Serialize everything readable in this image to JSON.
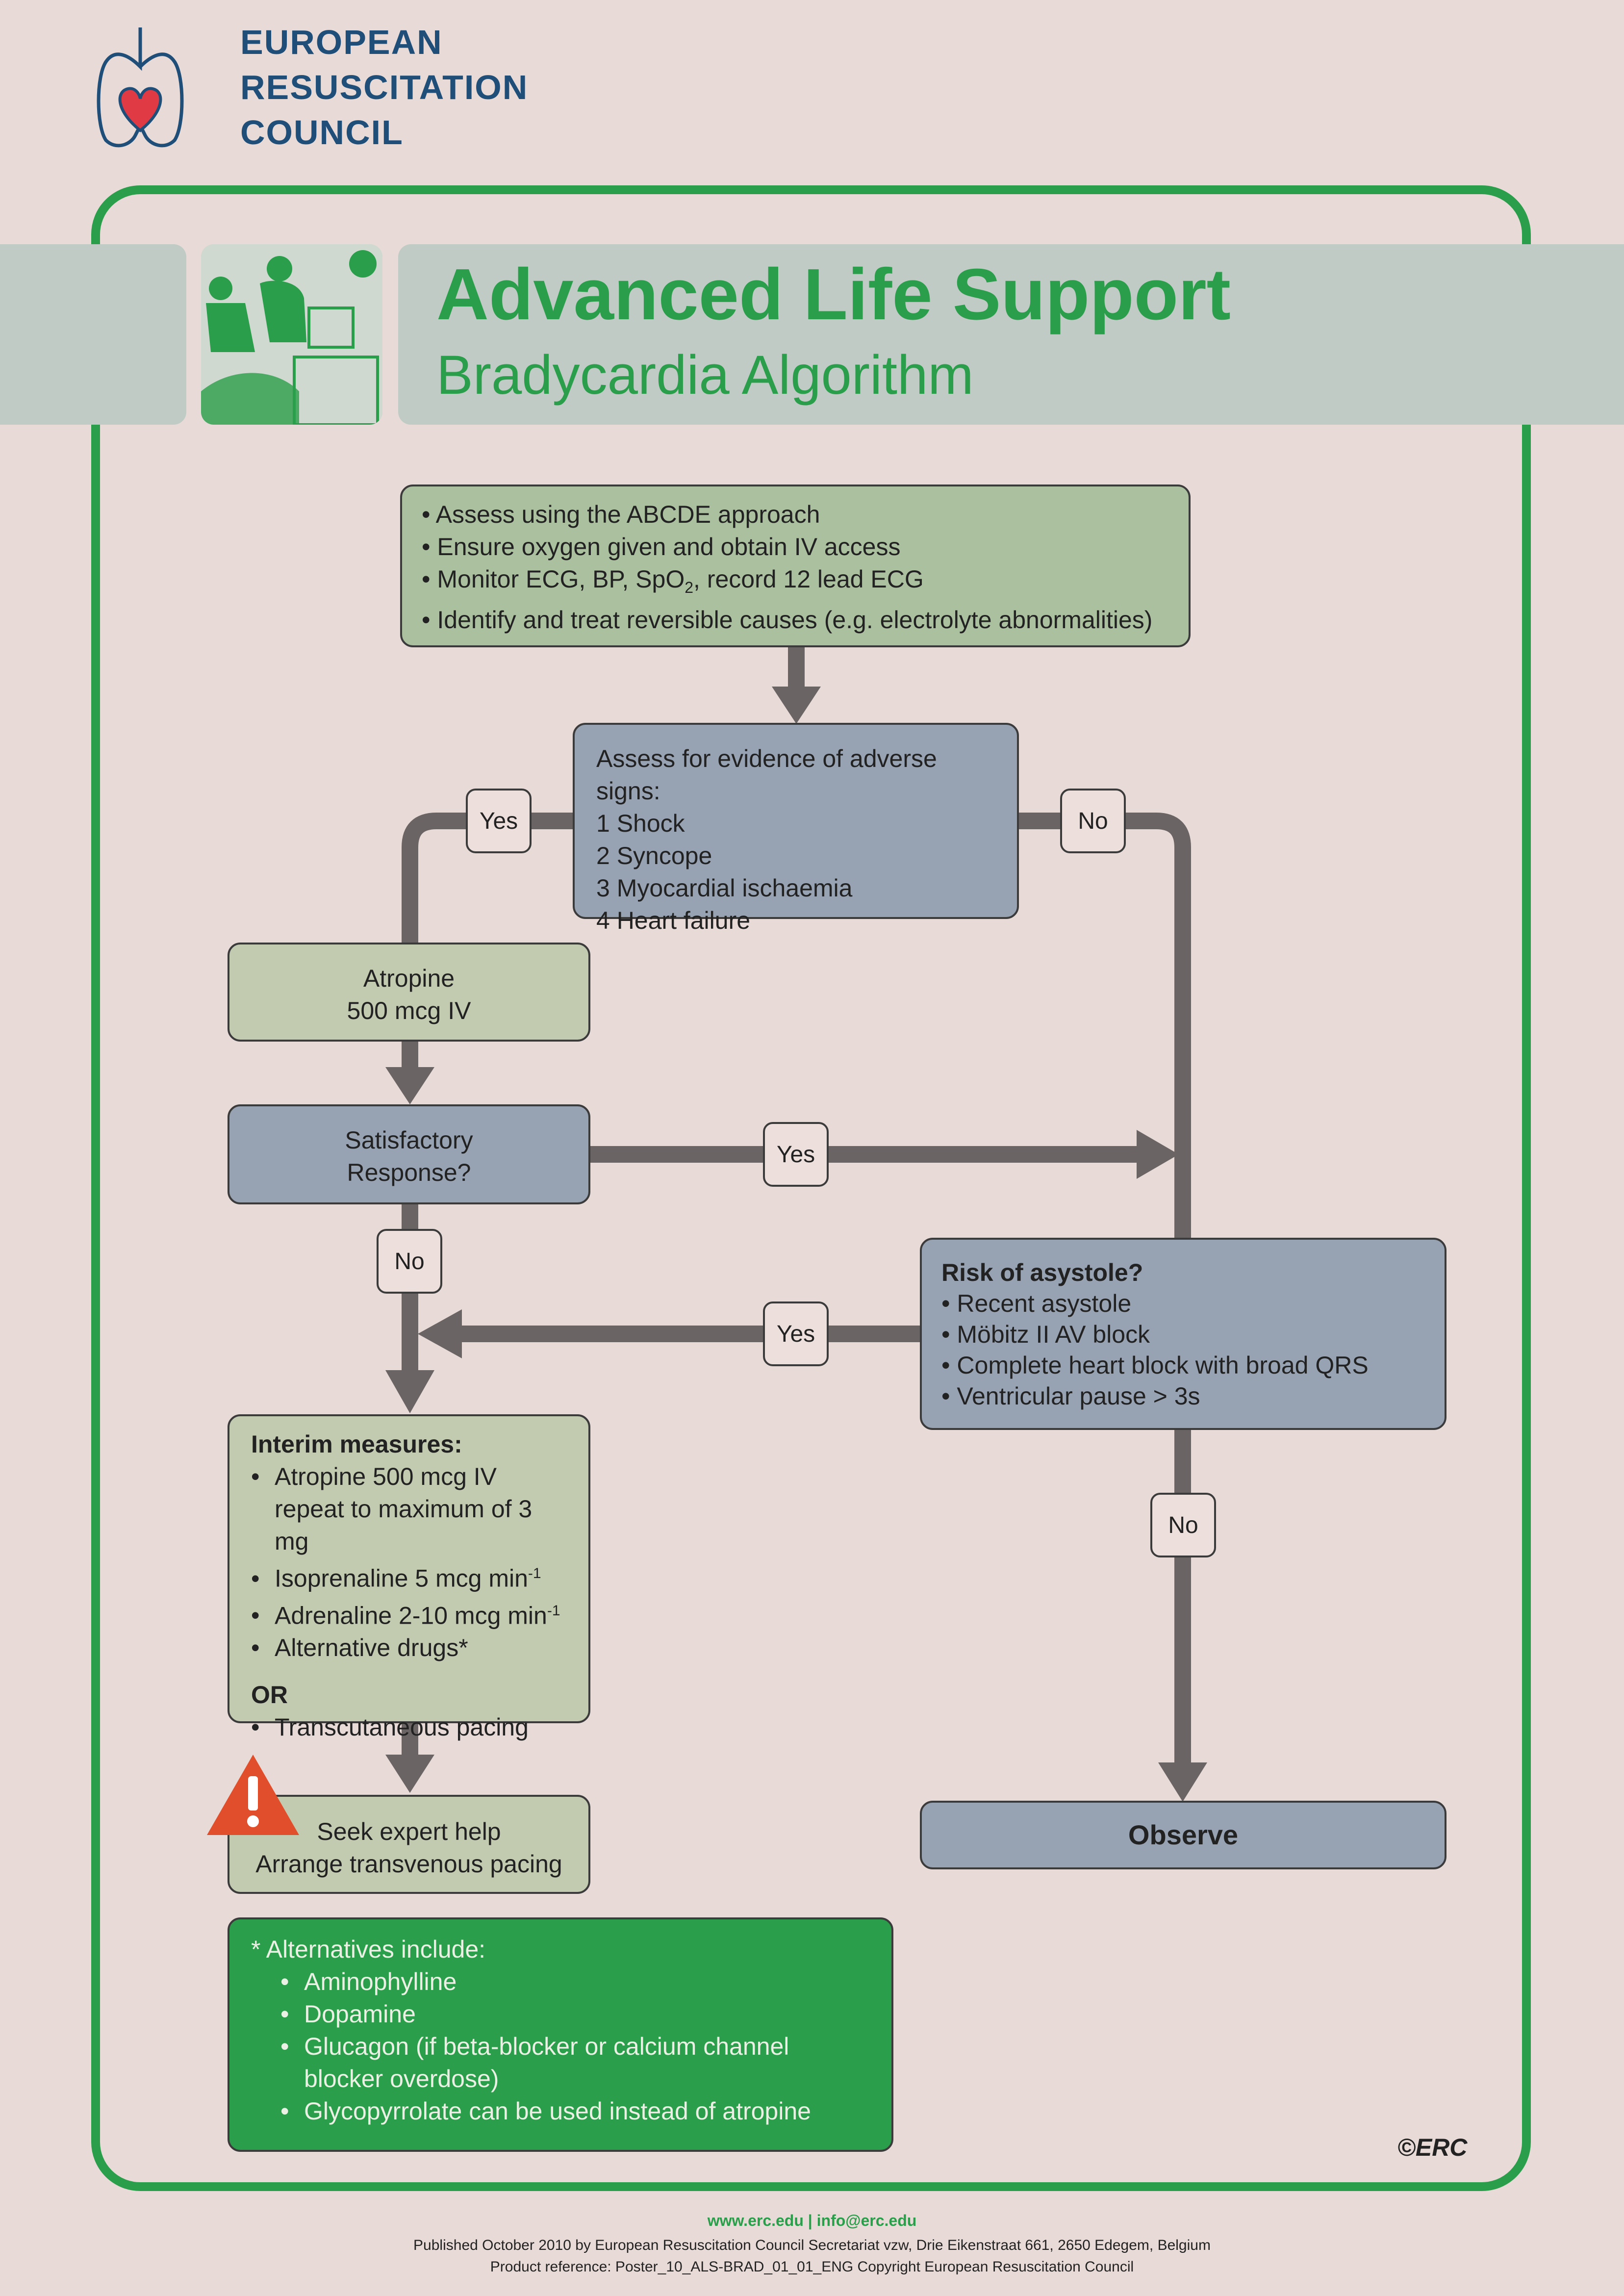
{
  "org": {
    "line1": "EUROPEAN",
    "line2": "RESUSCITATION",
    "line3": "COUNCIL"
  },
  "header": {
    "title": "Advanced Life Support",
    "subtitle": "Bradycardia Algorithm"
  },
  "assess": {
    "items": [
      "• Assess using the ABCDE approach",
      "• Ensure oxygen given and obtain IV access",
      "• Monitor ECG, BP, SpO",
      ", record 12 lead ECG",
      "• Identify and treat reversible causes (e.g. electrolyte abnormalities)"
    ],
    "sub": "2"
  },
  "adverse": {
    "heading": "Assess for evidence of adverse signs:",
    "items": [
      "1  Shock",
      "2  Syncope",
      "3  Myocardial ischaemia",
      "4  Heart failure"
    ]
  },
  "atropine": {
    "line1": "Atropine",
    "line2": "500 mcg IV"
  },
  "response": {
    "line1": "Satisfactory",
    "line2": "Response?"
  },
  "tags": {
    "yes": "Yes",
    "no": "No"
  },
  "risk": {
    "heading": "Risk of asystole?",
    "items": [
      "• Recent asystole",
      "• Möbitz II AV block",
      "• Complete heart block with broad QRS",
      "• Ventricular pause > 3s"
    ]
  },
  "interim": {
    "heading": "Interim measures:",
    "items": [
      "Atropine 500 mcg IV",
      "repeat to maximum of 3 mg",
      "Isoprenaline 5 mcg min",
      "Adrenaline 2-10 mcg min",
      "Alternative drugs*"
    ],
    "sup": "-1",
    "or": "OR",
    "pacing": "Transcutaneous pacing",
    "bullet": "•"
  },
  "expert": {
    "line1": "Seek expert help",
    "line2": "Arrange transvenous pacing"
  },
  "observe": "Observe",
  "alternatives": {
    "heading": "* Alternatives include:",
    "items": [
      "Aminophylline",
      "Dopamine",
      "Glucagon (if beta-blocker or calcium channel",
      "blocker overdose)",
      "Glycopyrrolate can be used instead of atropine"
    ],
    "bullet": "•"
  },
  "copyright_mark": "©ERC",
  "footer": {
    "links": "www.erc.edu | info@erc.edu",
    "published": "Published October 2010 by European Resuscitation Council Secretariat vzw, Drie Eikenstraat 661, 2650 Edegem, Belgium",
    "reference": "Product reference: Poster_10_ALS-BRAD_01_01_ENG  Copyright European Resuscitation Council"
  },
  "colors": {
    "brand_green": "#2a9e4a",
    "logo_blue": "#1f4e79",
    "arrow": "#6b6465",
    "warning": "#e04e2b"
  }
}
